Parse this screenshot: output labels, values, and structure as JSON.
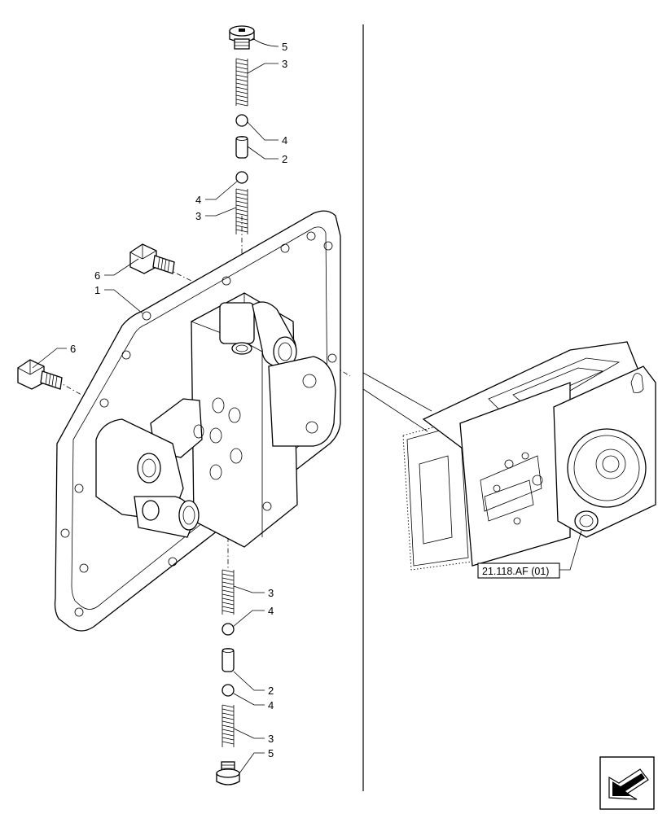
{
  "callouts": {
    "c5_top": "5",
    "c3_top": "3",
    "c4_a": "4",
    "c2_a": "2",
    "c4_b": "4",
    "c3_b": "3",
    "c6_a": "6",
    "c1": "1",
    "c6_b": "6",
    "c3_c": "3",
    "c4_c": "4",
    "c2_b": "2",
    "c4_d": "4",
    "c3_d": "3",
    "c5_bottom": "5"
  },
  "reference_label": "21.118.AF (01)",
  "icons": {
    "nav": "arrow-icon"
  }
}
